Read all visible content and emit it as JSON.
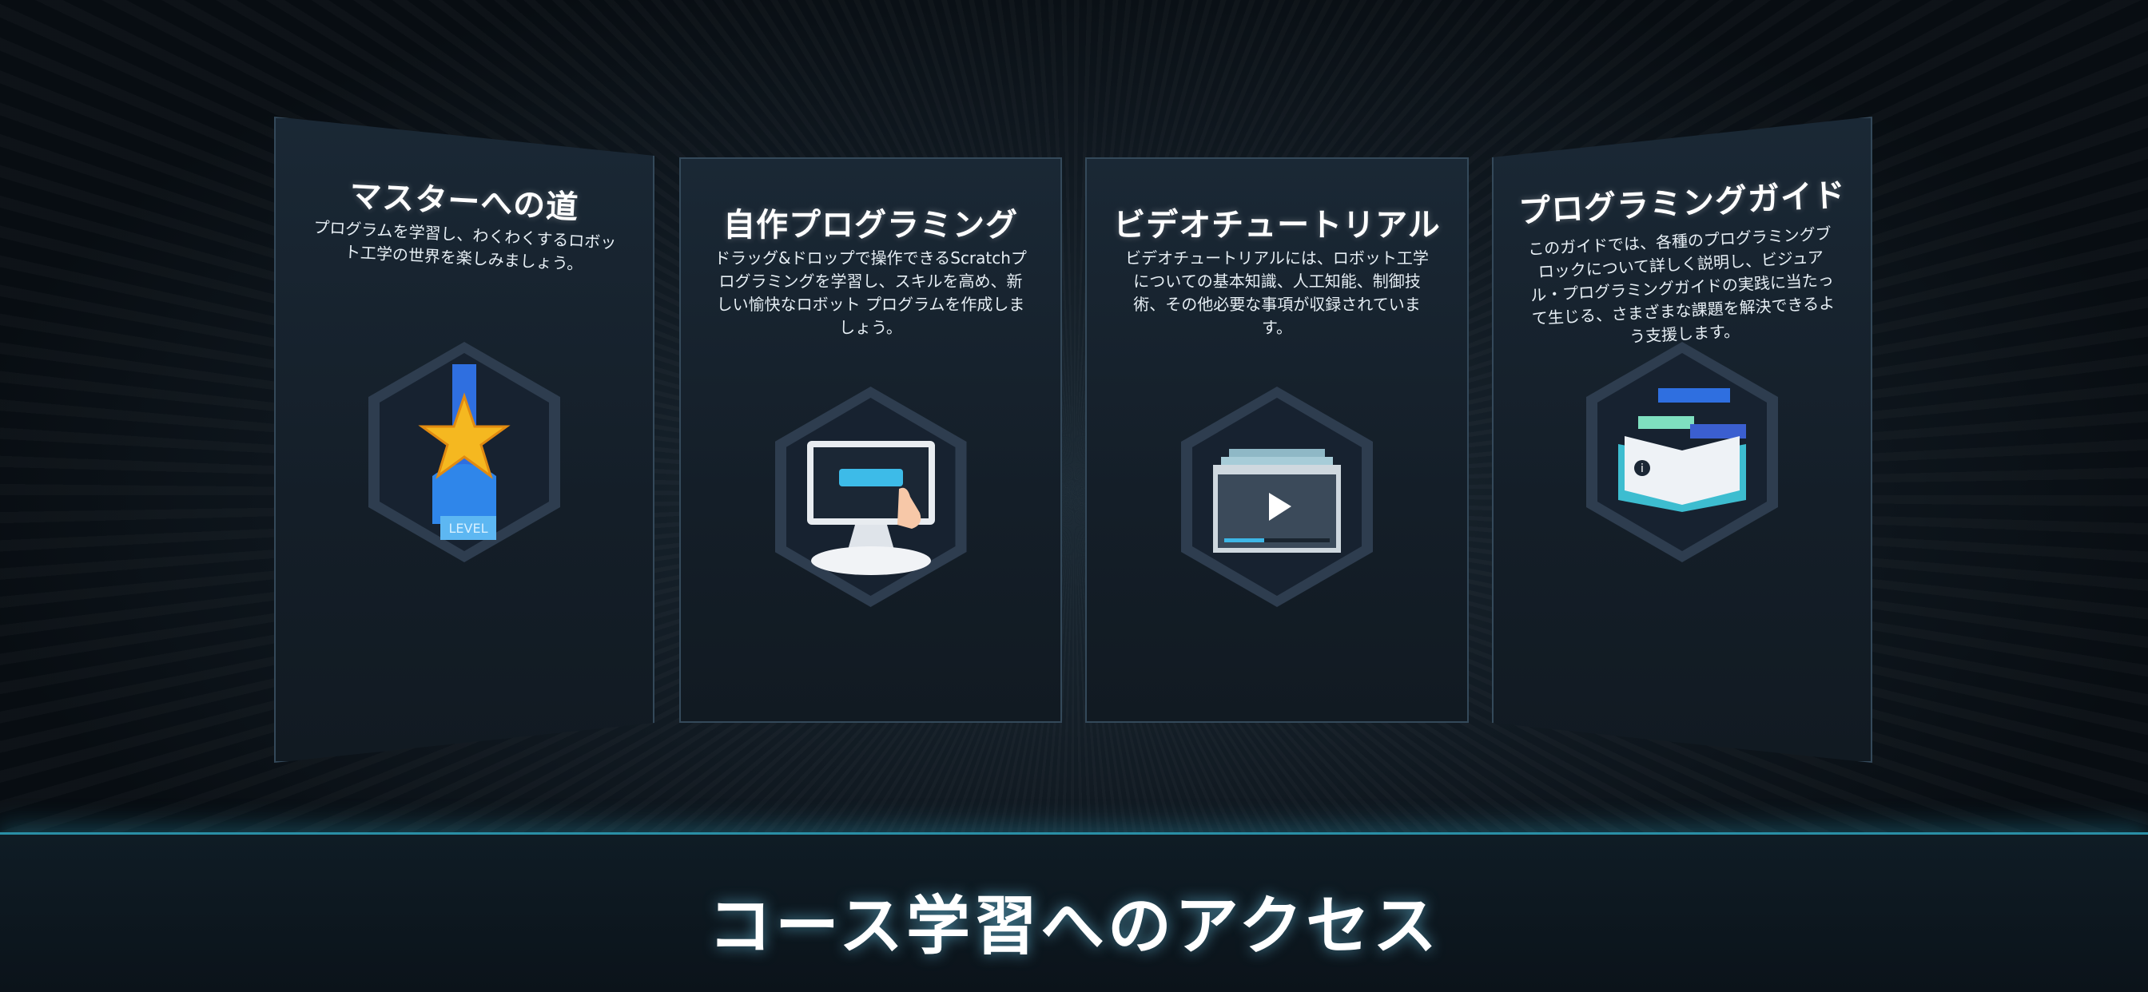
{
  "cards": [
    {
      "title": "マスターへの道",
      "description": "プログラムを学習し、わくわくするロボット工学の世界を楽しみましょう。",
      "icon": "level-star-trophy-icon",
      "badge": "LEVEL"
    },
    {
      "title": "自作プログラミング",
      "description": "ドラッグ&ドロップで操作できるScratchプログラミングを学習し、スキルを高め、新しい愉快なロボット プログラムを作成しましょう。",
      "icon": "touch-screen-computer-icon"
    },
    {
      "title": "ビデオチュートリアル",
      "description": "ビデオチュートリアルには、ロボット工学についての基本知識、人工知能、制御技術、その他必要な事項が収録されています。",
      "icon": "video-player-icon"
    },
    {
      "title": "プログラミングガイド",
      "description": "このガイドでは、各種のプログラミングブロックについて詳しく説明し、ビジュアル・プログラミングガイドの実践に当たって生じる、さまざまな課題を解決できるよう支援します。",
      "icon": "open-book-guide-icon"
    }
  ],
  "footer": {
    "title": "コース学習へのアクセス"
  },
  "colors": {
    "accent": "#2a8fa6",
    "card": "#16212c",
    "blue": "#2f7ee8"
  }
}
